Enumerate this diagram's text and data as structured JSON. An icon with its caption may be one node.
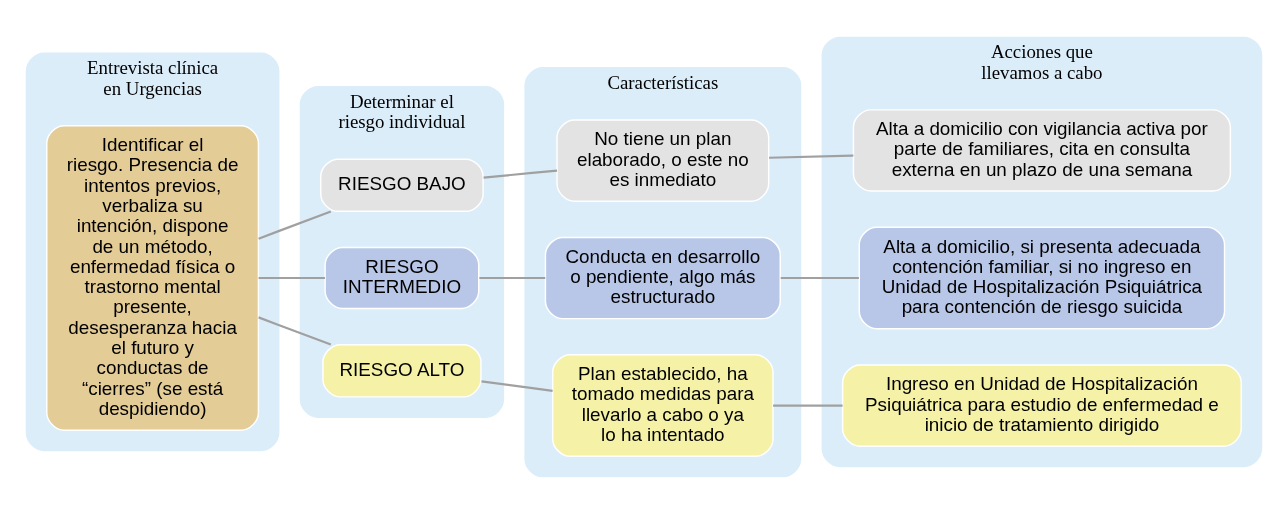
{
  "diagram": {
    "nodes": [
      {
        "text": [
          "Entrevista clínica en Urgencias"
        ]
      },
      {
        "text": [
          "Identificar el riesgo. Presencia de intentos previos, verbaliza su intención, dispone de un método, enfermedad física o trastorno mental presente, desesperanza hacia el futuro y conductas de “cierres” (se está despidiendo)"
        ],
        "in": 0
      },
      {
        "text": [
          "Determinar el riesgo individual"
        ]
      },
      {
        "text": [
          "RIESGO BAJO"
        ],
        "in": 2
      },
      {
        "text": [
          "RIESGO INTERMEDIO"
        ],
        "in": 2
      },
      {
        "text": [
          "RIESGO ALTO"
        ],
        "in": 2
      },
      {
        "text": [
          "Características"
        ]
      },
      {
        "text": [
          "No tiene un plan elaborado, o este no es inmediato"
        ],
        "in": 6
      },
      {
        "text": [
          "Conducta en desarrollo o pendiente, algo más estructurado"
        ],
        "in": 6
      },
      {
        "text": [
          "Plan establecido, ha tomado medidas para llevarlo a cabo o ya lo ha intentado"
        ],
        "in": 6
      },
      {
        "text": [
          "Acciones que llevamos a cabo"
        ]
      },
      {
        "text": [
          "Alta a domicilio con vigilancia activa por parte de familiares, cita en consulta externa en un plazo de una semana"
        ],
        "in": 10
      },
      {
        "text": [
          "Alta a domicilio, si presenta adecuada contención familiar, si no ingreso en Unidad de Hospitalización Psiquiátrica para contención de riesgo suicida"
        ],
        "in": 10
      },
      {
        "text": [
          "Ingreso en Unidad de Hospitalización Psiquiátrica para estudio de enfermedad e inicio de tratamiento dirigido"
        ],
        "in": 10
      }
    ],
    "edges": [
      {
        "from": 1,
        "to": 3,
        "arrow": "none"
      },
      {
        "from": 1,
        "to": 4,
        "arrow": "none"
      },
      {
        "from": 1,
        "to": 5,
        "arrow": "none"
      },
      {
        "from": 3,
        "to": 7,
        "arrow": "none"
      },
      {
        "from": 4,
        "to": 8,
        "arrow": "none"
      },
      {
        "from": 5,
        "to": 9,
        "arrow": "none"
      },
      {
        "from": 7,
        "to": 11,
        "arrow": "none"
      },
      {
        "from": 8,
        "to": 12,
        "arrow": "none"
      },
      {
        "from": 9,
        "to": 13,
        "arrow": "none"
      }
    ]
  }
}
